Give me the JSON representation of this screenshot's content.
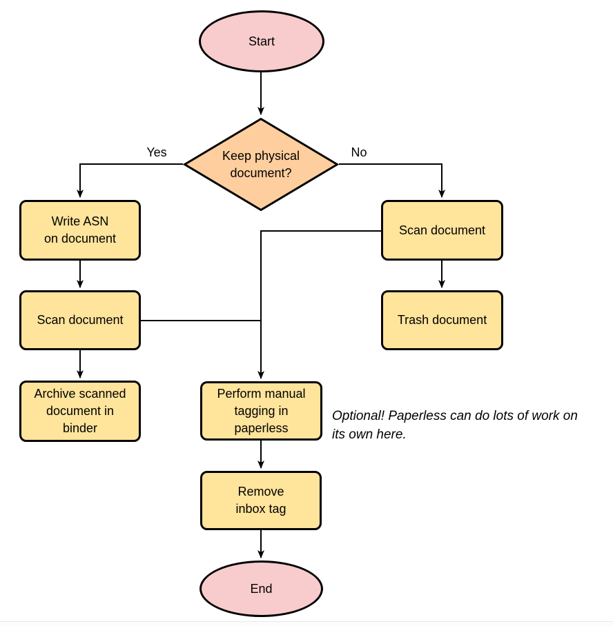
{
  "diagram": {
    "colors": {
      "terminal_fill": "#f8cccc",
      "decision_fill": "#ffce9e",
      "process_fill": "#ffe49c",
      "stroke": "#000000"
    },
    "nodes": {
      "start": {
        "label": "Start"
      },
      "decision": {
        "label": "Keep physical\ndocument?"
      },
      "write_asn": {
        "label": "Write ASN\non document"
      },
      "scan_left": {
        "label": "Scan document"
      },
      "archive": {
        "label": "Archive scanned\ndocument in\nbinder"
      },
      "scan_right": {
        "label": "Scan document"
      },
      "trash": {
        "label": "Trash document"
      },
      "tagging": {
        "label": "Perform manual\ntagging in\npaperless"
      },
      "remove_inbox": {
        "label": "Remove\ninbox tag"
      },
      "end": {
        "label": "End"
      }
    },
    "edge_labels": {
      "yes": "Yes",
      "no": "No"
    },
    "annotation": "Optional! Paperless can do lots of work on\nits own here."
  }
}
